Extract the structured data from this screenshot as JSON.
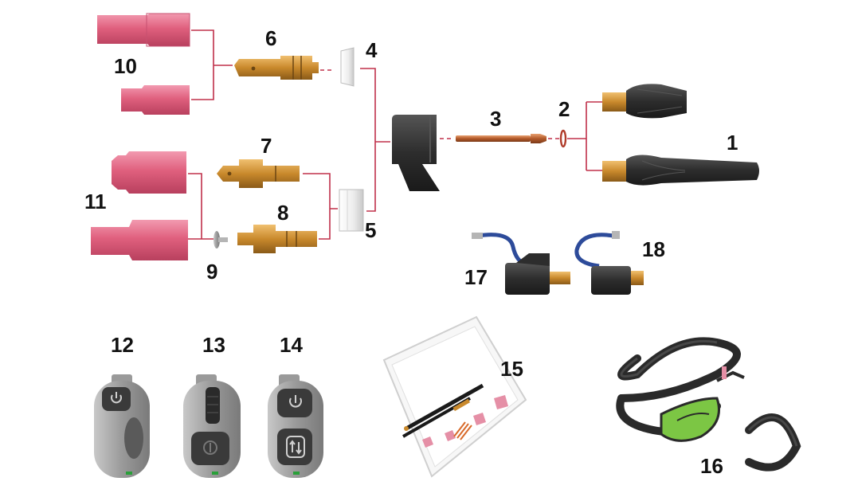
{
  "colors": {
    "ceramic_pink": "#e0607e",
    "brass": "#c9892c",
    "copper": "#b35a2a",
    "body_black": "#2d2d2d",
    "connector_line": "#c0304a",
    "hose_blue": "#2d4b9a",
    "switch_grey": "#a9a9a9",
    "cable_green": "#7cc644"
  },
  "labels": {
    "n1": "1",
    "n2": "2",
    "n3": "3",
    "n4": "4",
    "n5": "5",
    "n6": "6",
    "n7": "7",
    "n8": "8",
    "n9": "9",
    "n10": "10",
    "n11": "11",
    "n12": "12",
    "n13": "13",
    "n14": "14",
    "n15": "15",
    "n16": "16",
    "n17": "17",
    "n18": "18"
  },
  "icons": {
    "switch_12": [
      "power-icon"
    ],
    "switch_13": [
      "scroll-wheel-icon",
      "trigger-icon"
    ],
    "switch_14": [
      "power-icon",
      "up-down-arrows-icon"
    ]
  }
}
